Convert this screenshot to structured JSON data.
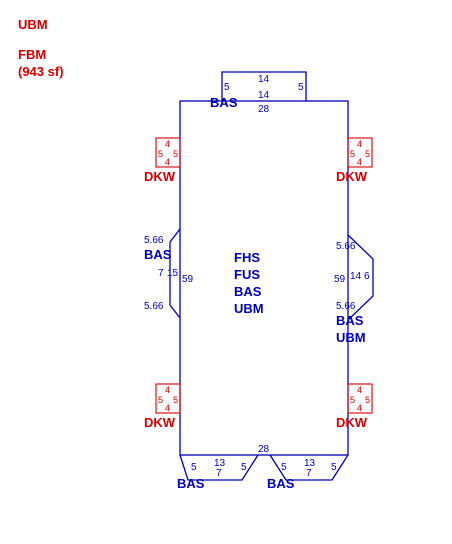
{
  "colors": {
    "red": "#d40000",
    "blue": "#0000b4"
  },
  "header": {
    "line1": "UBM",
    "line2": "FBM",
    "line3": "(943 sf)"
  },
  "center_labels": [
    "FHS",
    "FUS",
    "BAS",
    "UBM"
  ],
  "top_bump": {
    "label": "BAS",
    "width_top": "14",
    "width_bottom": "14",
    "left": "5",
    "right": "5"
  },
  "main_dims": {
    "top": "28",
    "bottom": "28",
    "left": "59",
    "right": "59"
  },
  "left_bay": {
    "label": "BAS",
    "top": "5.66",
    "bottom": "5.66",
    "depth": "7",
    "inner": "15"
  },
  "right_bay": {
    "label1": "BAS",
    "label2": "UBM",
    "top": "5.66",
    "bottom": "5.66",
    "inner": "14",
    "depth": "6"
  },
  "bottom_left_bay": {
    "label": "BAS",
    "left": "5",
    "top": "13",
    "bottom": "7",
    "right": "5"
  },
  "bottom_right_bay": {
    "label": "BAS",
    "left": "5",
    "top": "13",
    "bottom": "7",
    "right": "5"
  },
  "dkw_boxes": [
    {
      "label": "DKW",
      "t": "4",
      "l": "5",
      "r": "5",
      "b": "4"
    },
    {
      "label": "DKW",
      "t": "4",
      "l": "5",
      "r": "5",
      "b": "4"
    },
    {
      "label": "DKW",
      "t": "4",
      "l": "5",
      "r": "5",
      "b": "4"
    },
    {
      "label": "DKW",
      "t": "4",
      "l": "5",
      "r": "5",
      "b": "4"
    }
  ]
}
